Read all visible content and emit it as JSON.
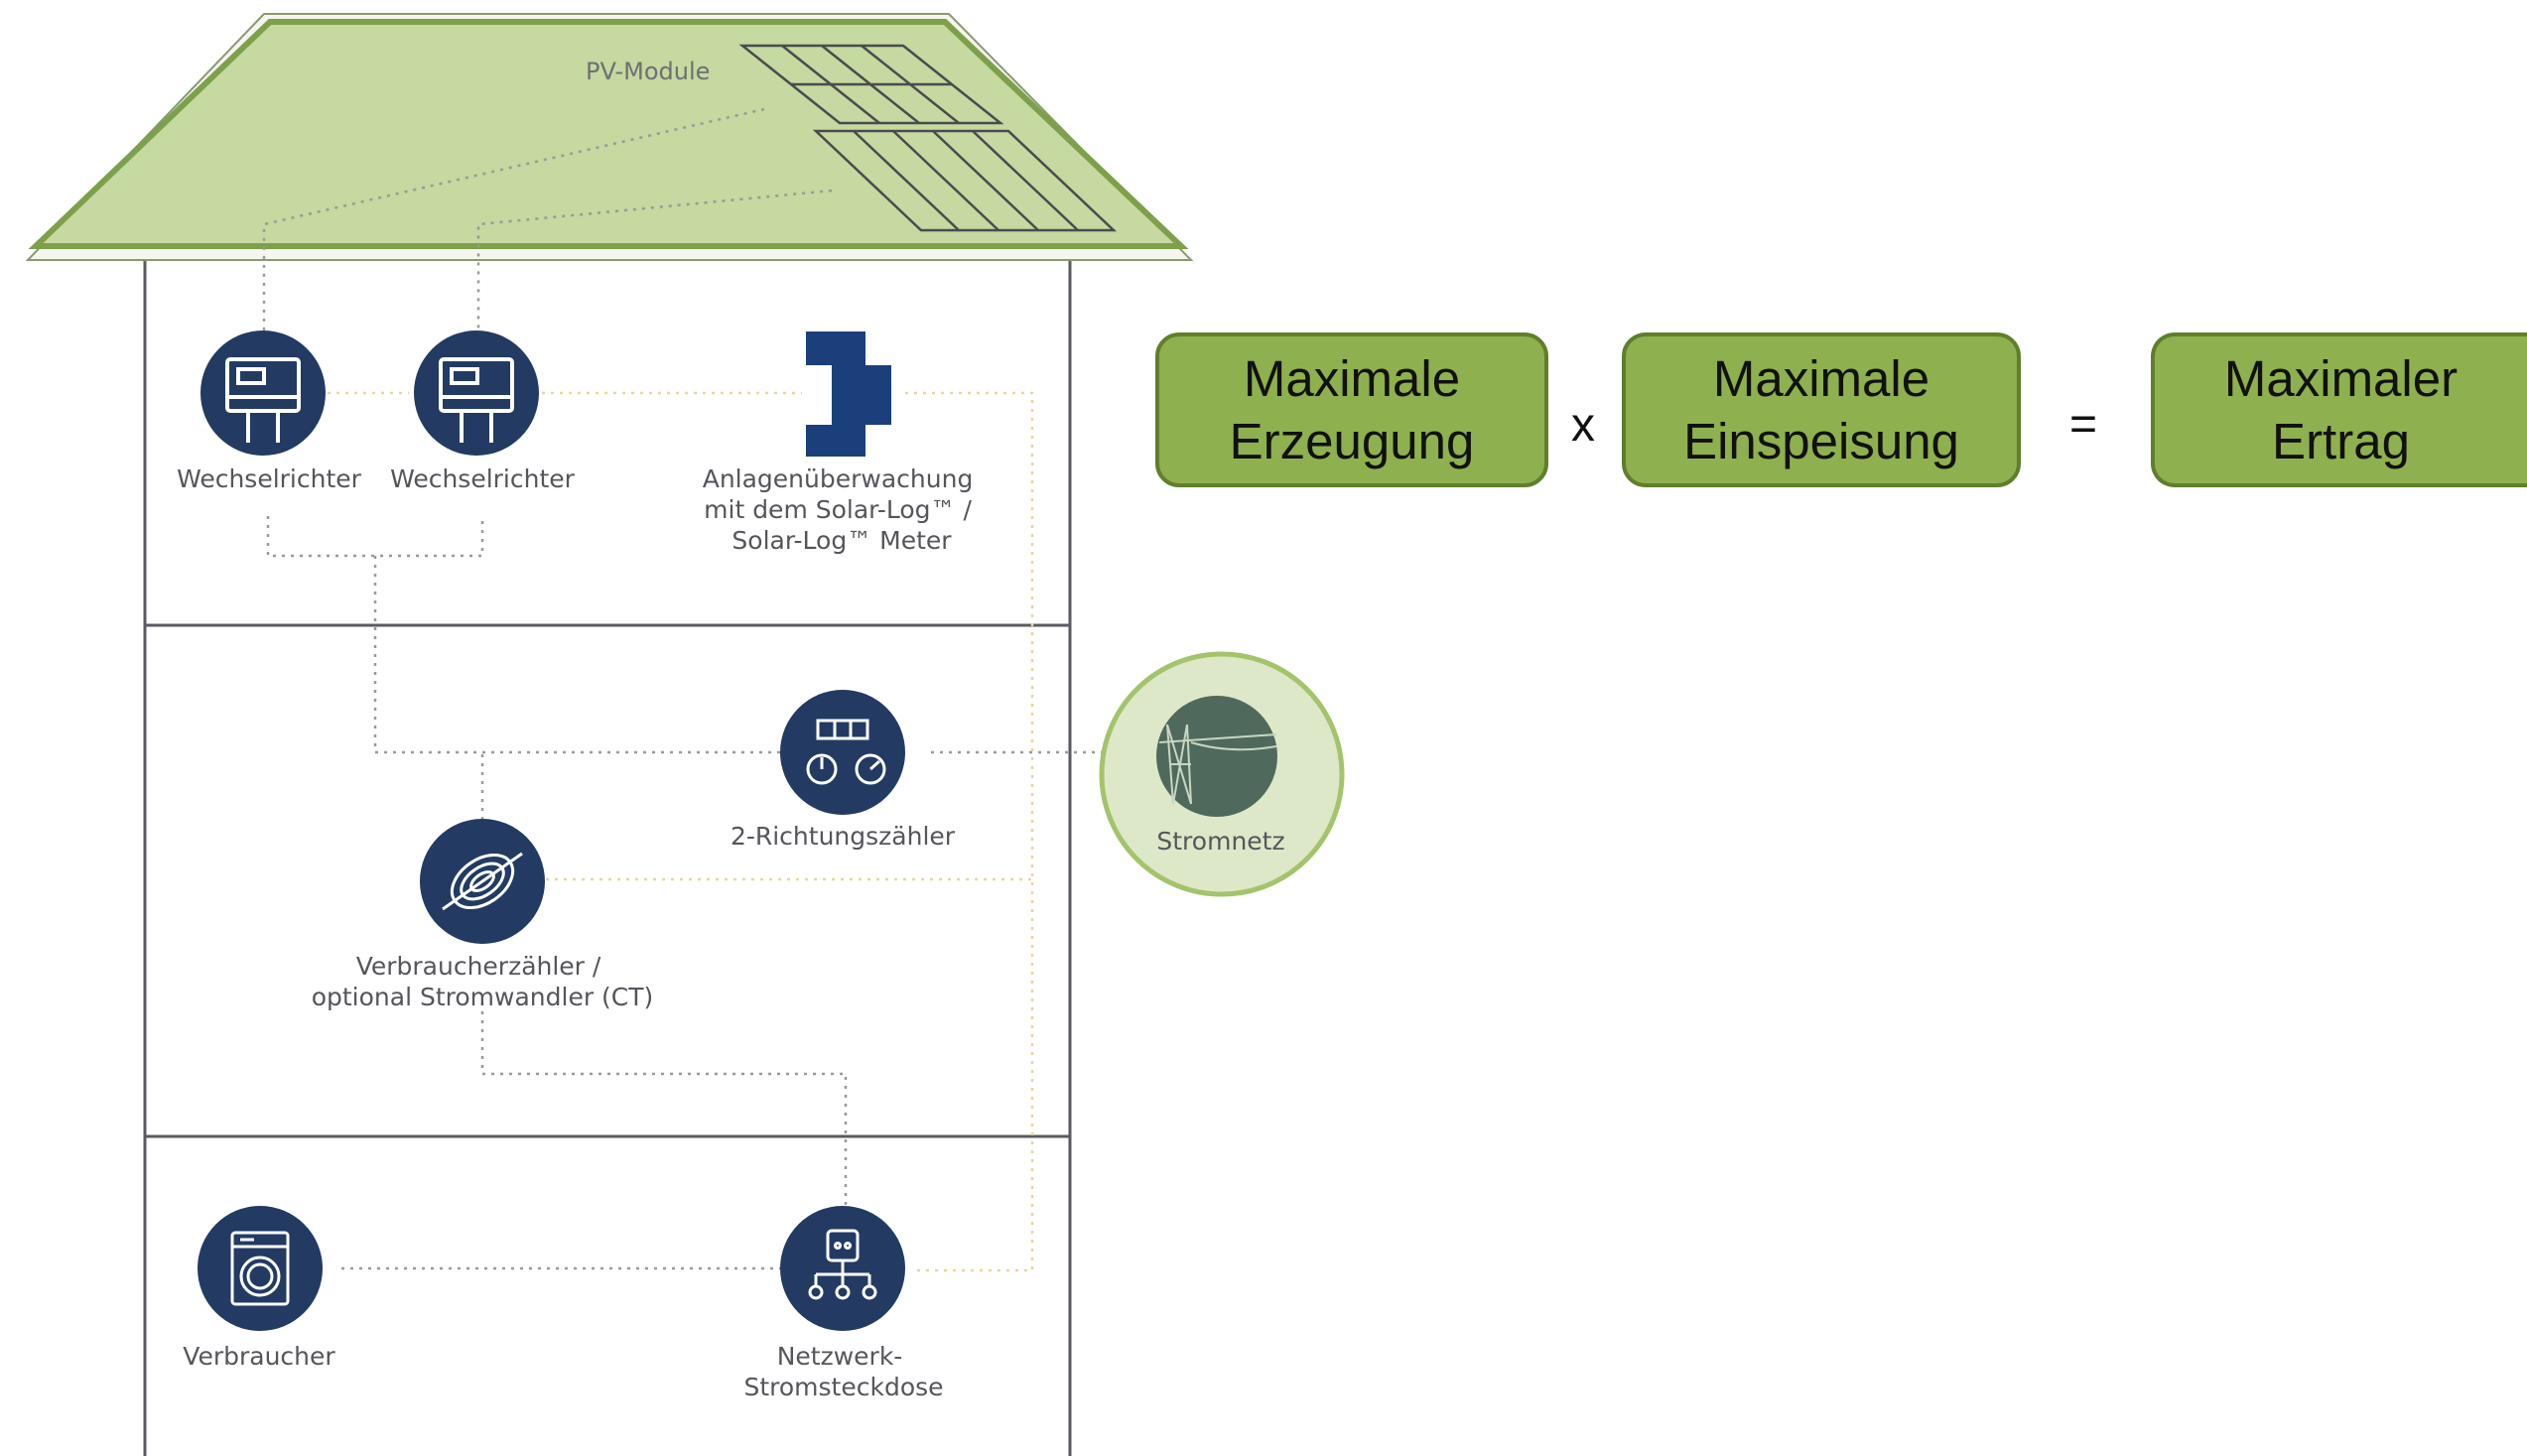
{
  "roof": {
    "label": "PV-Module"
  },
  "devices": {
    "inverter1": "Wechselrichter",
    "inverter2": "Wechselrichter",
    "monitoring": [
      "Anlagenüberwachung",
      "mit dem Solar-Log™ /",
      "Solar-Log™ Meter"
    ],
    "bidirectional_meter": "2-Richtungszähler",
    "consumption_meter": [
      "Verbraucherzähler /",
      "optional Stromwandler (CT)"
    ],
    "consumer": "Verbraucher",
    "network_socket": [
      "Netzwerk-",
      "Stromsteckdose"
    ],
    "grid": "Stromnetz"
  },
  "formula": {
    "term1": [
      "Maximale",
      "Erzeugung"
    ],
    "operator1": "x",
    "term2": [
      "Maximale",
      "Einspeisung"
    ],
    "operator2": "=",
    "result": [
      "Maximaler",
      "Ertrag"
    ]
  },
  "colors": {
    "roof_fill": "#c5d9a0",
    "roof_stroke": "#7da04a",
    "icon_navy": "#233a63",
    "logo_blue": "#1b3f7a",
    "box_fill": "#8fb04e",
    "box_border": "#5f7f2c",
    "grid_fill": "#dde8c8",
    "grid_ring": "#a3c46b"
  }
}
